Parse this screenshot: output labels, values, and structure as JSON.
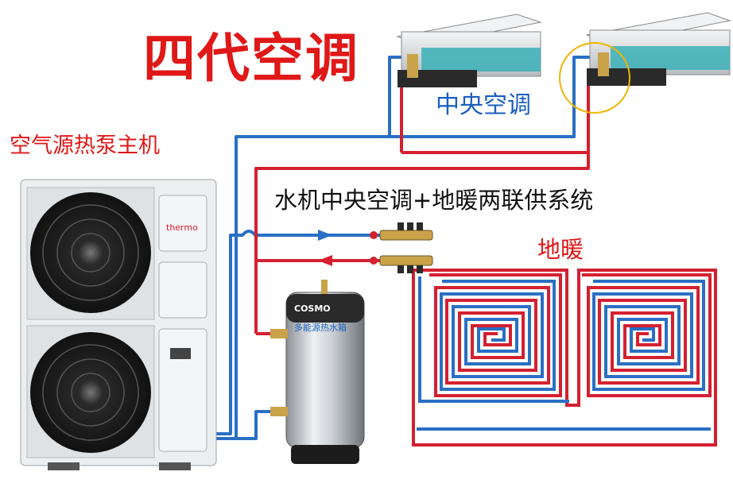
{
  "title": "四代空调",
  "central_ac_label": "中央空调",
  "heat_pump_label": "空气源热泵主机",
  "system_label": "水机中央空调+地暖两联供系统",
  "floor_heating_label": "地暖",
  "heat_pump_brand": "thermo",
  "tank_brand": "COSMO",
  "tank_label": "多能源热水箱",
  "colors": {
    "title": "#e01818",
    "central_ac_label": "#1a5fc0",
    "heat_pump_label": "#e01818",
    "system_label": "#111111",
    "floor_heating_label": "#e01818",
    "supply_pipe": "#d42030",
    "return_pipe": "#2a6fc4",
    "highlight": "#f0b400"
  }
}
